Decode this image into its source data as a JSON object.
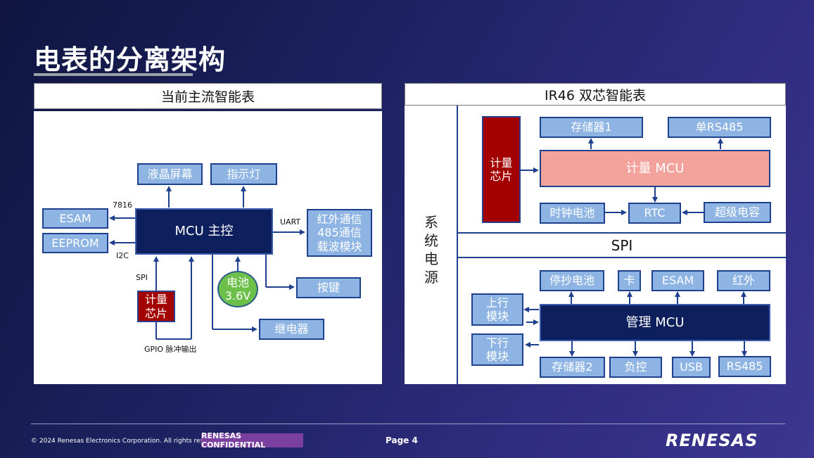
{
  "slide": {
    "title": "电表的分离架构"
  },
  "left": {
    "header": "当前主流智能表",
    "boxes": {
      "lcd": "液晶屏幕",
      "indicator": "指示灯",
      "esam": "ESAM",
      "eeprom": "EEPROM",
      "mcu": "MCU 主控",
      "ir_l1": "红外通信",
      "ir_l2": "485通信",
      "ir_l3": "载波模块",
      "key": "按键",
      "relay": "继电器",
      "metering_l1": "计量",
      "metering_l2": "芯片",
      "battery_l1": "电池",
      "battery_l2": "3.6V"
    },
    "labels": {
      "7816": "7816",
      "i2c": "I2C",
      "uart": "UART",
      "spi": "SPI",
      "gpio": "GPIO 脉冲输出"
    }
  },
  "right": {
    "header": "IR46 双芯智能表",
    "system_power": [
      "系",
      "统",
      "电",
      "源"
    ],
    "spi": "SPI",
    "top": {
      "chip_l1": "计量",
      "chip_l2": "芯片",
      "storage1": "存储器1",
      "rs485_single": "单RS485",
      "mcu": "计量 MCU",
      "clock_battery": "时钟电池",
      "rtc": "RTC",
      "supercap": "超级电容"
    },
    "bottom": {
      "stop_battery": "停抄电池",
      "card": "卡",
      "esam": "ESAM",
      "infrared": "红外",
      "up_l1": "上行",
      "up_l2": "模块",
      "down_l1": "下行",
      "down_l2": "模块",
      "mcu": "管理 MCU",
      "storage2": "存储器2",
      "load_ctrl": "负控",
      "usb": "USB",
      "rs485": "RS485"
    }
  },
  "footer": {
    "copyright": "© 2024 Renesas Electronics Corporation. All rights reserved.",
    "confidential": "RENESAS CONFIDENTIAL",
    "page": "Page 4",
    "logo": "RENESAS"
  }
}
